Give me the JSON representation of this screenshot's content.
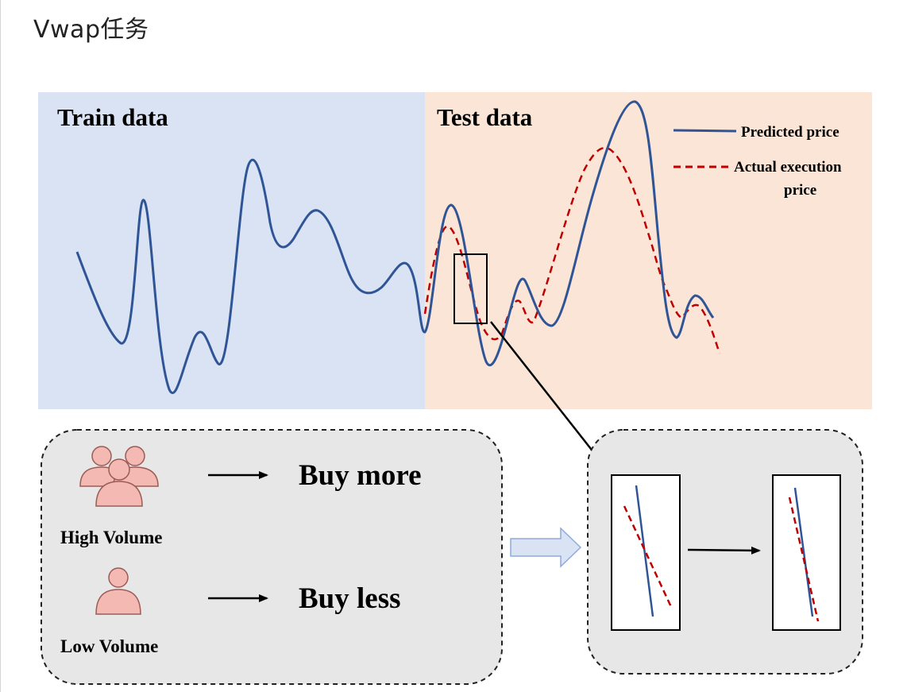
{
  "page": {
    "title": "Vwap任务"
  },
  "chart": {
    "train_label": "Train data",
    "test_label": "Test data",
    "legend": {
      "predicted": "Predicted price",
      "actual_line1": "Actual execution",
      "actual_line2": "price"
    },
    "colors": {
      "train_bg": "#dae3f3",
      "test_bg": "#fbe5d6",
      "predicted_line": "#2f5597",
      "actual_line": "#c00000"
    }
  },
  "volume_panel": {
    "high_label": "High Volume",
    "high_action": "Buy more",
    "low_label": "Low Volume",
    "low_action": "Buy less",
    "icon_color": "#f4b9b2"
  },
  "zoom_panel": {
    "description": ""
  }
}
